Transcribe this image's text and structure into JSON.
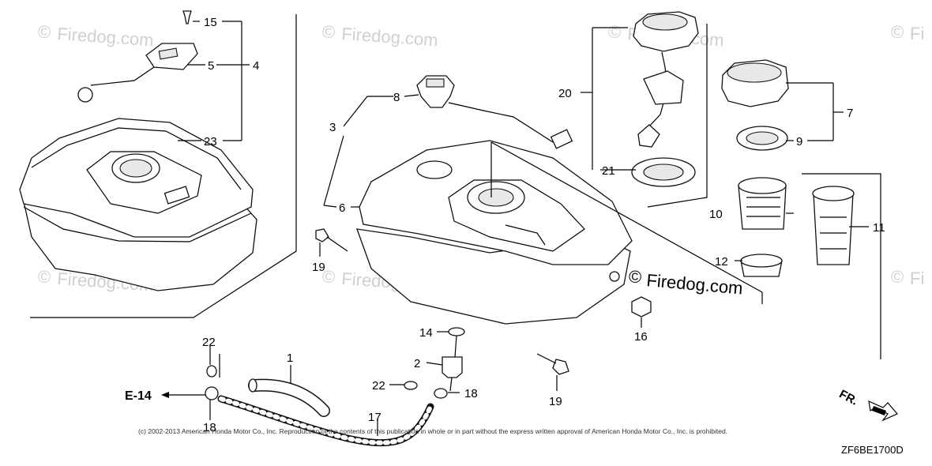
{
  "watermark": "Firedog.com",
  "watermark_symbol": "©",
  "watermark_fragment": "Fi",
  "callouts": {
    "c1": "1",
    "c2": "2",
    "c3": "3",
    "c4": "4",
    "c5": "5",
    "c6": "6",
    "c7": "7",
    "c8": "8",
    "c9": "9",
    "c10": "10",
    "c11": "11",
    "c12": "12",
    "c14": "14",
    "c15": "15",
    "c16": "16",
    "c17": "17",
    "c18a": "18",
    "c18b": "18",
    "c19a": "19",
    "c19b": "19",
    "c20": "20",
    "c21": "21",
    "c22a": "22",
    "c22b": "22",
    "c23": "23"
  },
  "reference": "E-14",
  "front_marker": "FR.",
  "copyright": "(c) 2002-2013 American Honda Motor Co., Inc. Reproduction of the contents of this publication in whole or in part without the express written approval of American Honda Motor Co., Inc. is prohibited.",
  "diagram_code": "ZF6BE1700D"
}
